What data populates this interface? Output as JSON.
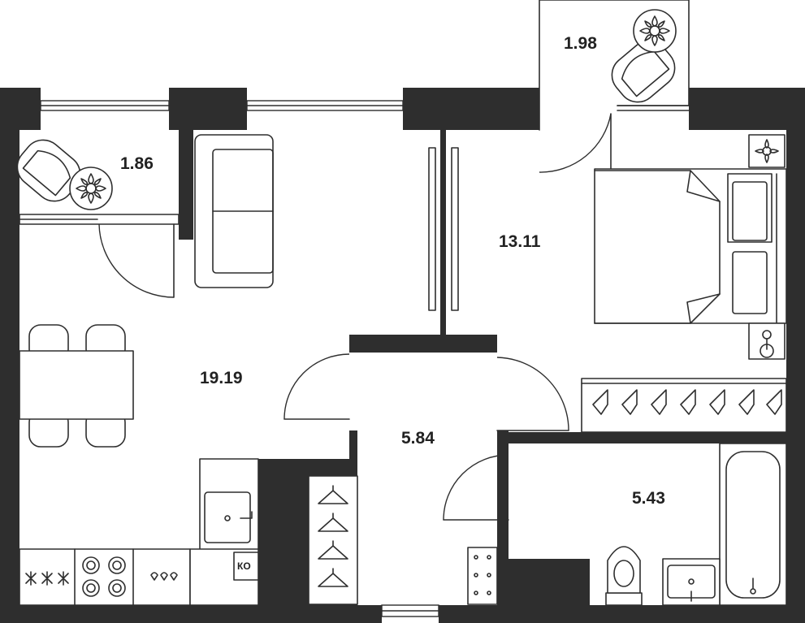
{
  "rooms": [
    {
      "id": "balcony_left",
      "area": "1.86"
    },
    {
      "id": "balcony_right",
      "area": "1.98"
    },
    {
      "id": "living_kitchen",
      "area": "19.19"
    },
    {
      "id": "bedroom",
      "area": "13.11"
    },
    {
      "id": "hall",
      "area": "5.84"
    },
    {
      "id": "bathroom",
      "area": "5.43"
    }
  ],
  "labels": {
    "boiler": "КО"
  }
}
